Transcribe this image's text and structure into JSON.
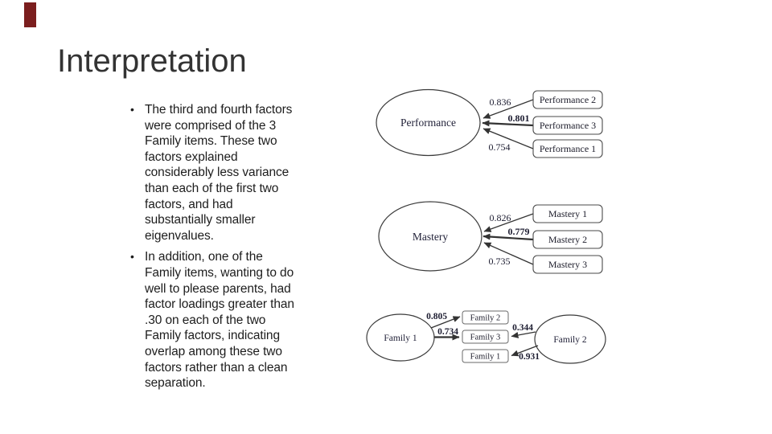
{
  "slide": {
    "title": "Interpretation",
    "bullet_marker": "•",
    "accent_color": "#7b1e1e",
    "bullets": [
      "The third and fourth factors\nwere comprised of the 3\nFamily items. These two\nfactors explained\nconsiderably less variance\nthan each of the first two\nfactors, and had\nsubstantially smaller\neigenvalues.",
      "In addition, one of the\nFamily items, wanting to do\nwell to please parents, had\nfactor loadings greater than\n.30 on each of the two\nFamily factors, indicating\noverlap among these two\nfactors rather than a clean\nseparation."
    ]
  },
  "diagram": {
    "sections": [
      {
        "factor": "Performance",
        "indicators": [
          {
            "label": "Performance 2",
            "loading": "0.836"
          },
          {
            "label": "Performance 3",
            "loading": "0.801"
          },
          {
            "label": "Performance 1",
            "loading": "0.754"
          }
        ]
      },
      {
        "factor": "Mastery",
        "indicators": [
          {
            "label": "Mastery 1",
            "loading": "0.826"
          },
          {
            "label": "Mastery 2",
            "loading": "0.779"
          },
          {
            "label": "Mastery 3",
            "loading": "0.735"
          }
        ]
      },
      {
        "factor_left": "Family 1",
        "factor_right": "Family 2",
        "indicators": [
          {
            "label": "Family 2",
            "loading_left": "0.805"
          },
          {
            "label": "Family 3",
            "loading_left": "0.734",
            "loading_right": "0.344"
          },
          {
            "label": "Family 1",
            "loading_right": "0.931"
          }
        ]
      }
    ]
  }
}
